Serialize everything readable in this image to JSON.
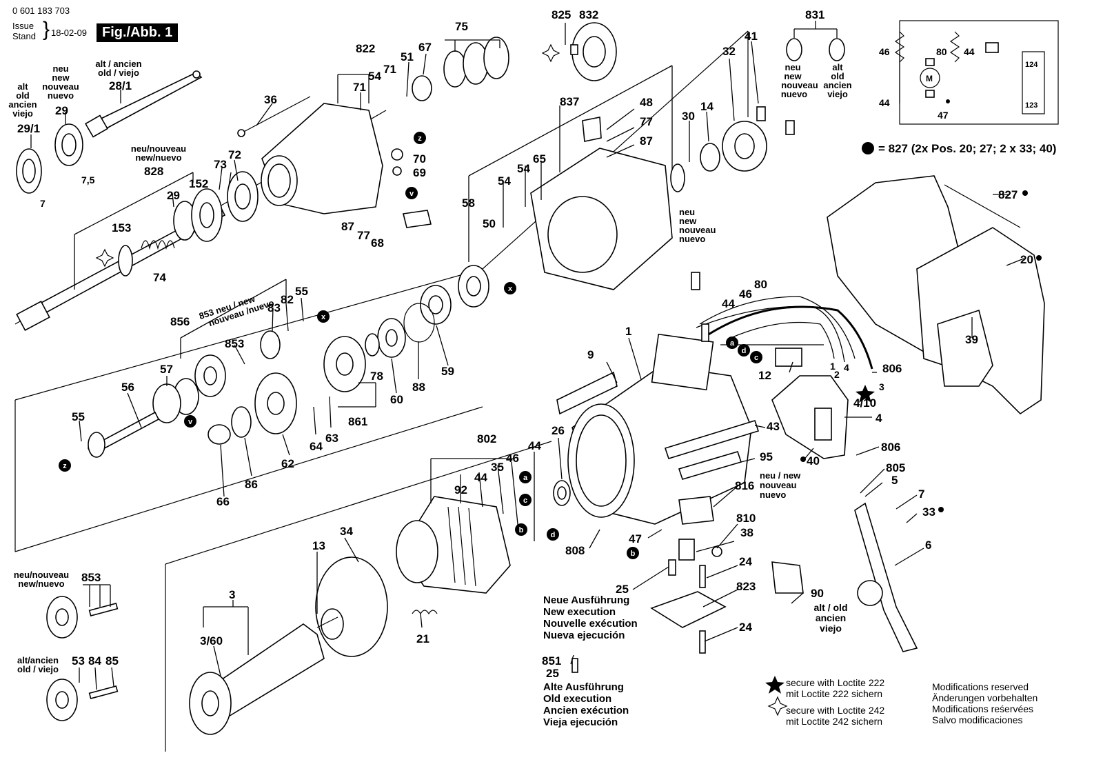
{
  "header": {
    "code": "0 601 183 703",
    "issue_label_1": "Issue",
    "issue_label_2": "Stand",
    "date": "18-02-09",
    "figure_title": "Fig./Abb. 1"
  },
  "bullet_note": "= 827 (2x Pos. 20; 27; 2 x 33; 40)",
  "part_labels": {
    "p29_1": "29/1",
    "p29": "29",
    "p28_1": "28/1",
    "p36": "36",
    "p822": "822",
    "p51": "51",
    "p67": "67",
    "p75": "75",
    "p825": "825",
    "p832": "832",
    "p831": "831",
    "p54a": "54",
    "p71a": "71",
    "p71b": "71",
    "p70": "70",
    "p69": "69",
    "p87a": "87",
    "p77a": "77",
    "p68": "68",
    "p828": "828",
    "p73": "73",
    "p72": "72",
    "p152": "152",
    "p29b": "29",
    "p153": "153",
    "p74": "74",
    "p837": "837",
    "p48": "48",
    "p77b": "77",
    "p87b": "87",
    "p32": "32",
    "p41": "41",
    "p30": "30",
    "p14": "14",
    "p54b": "54",
    "p54c": "54",
    "p65": "65",
    "p58": "58",
    "p50": "50",
    "p827": "827",
    "p20": "20",
    "p39": "39",
    "p853a": "853",
    "p856": "856",
    "p83": "83",
    "p82": "82",
    "p55a": "55",
    "p57": "57",
    "p56": "56",
    "p55b": "55",
    "p78": "78",
    "p60": "60",
    "p88": "88",
    "p59": "59",
    "p64": "64",
    "p63": "63",
    "p861": "861",
    "p62": "62",
    "p66": "66",
    "p86": "86",
    "p1": "1",
    "p9": "9",
    "p44a": "44",
    "p46a": "46",
    "p80a": "80",
    "p806a": "806",
    "p12": "12",
    "p4_10": "4/10",
    "p4": "4",
    "p40": "40",
    "p43": "43",
    "p26": "26",
    "p95": "95",
    "p802": "802",
    "p44b": "44",
    "p35": "35",
    "p46b": "46",
    "p44c": "44",
    "p92": "92",
    "p34": "34",
    "p13": "13",
    "p816": "816",
    "p810": "810",
    "p38": "38",
    "p47": "47",
    "p808": "808",
    "p24a": "24",
    "p823": "823",
    "p24b": "24",
    "p25a": "25",
    "p90": "90",
    "p806b": "806",
    "p805": "805",
    "p5": "5",
    "p7": "7",
    "p33": "33",
    "p6": "6",
    "p3": "3",
    "p3_60": "3/60",
    "p21": "21",
    "p851": "851",
    "p25b": "25",
    "p853b": "853",
    "p53": "53",
    "p84": "84",
    "p85": "85",
    "w1": "1",
    "w2": "2",
    "w4": "4",
    "w3": "3",
    "dim7": "7",
    "dim75": "7,5",
    "s46": "46",
    "s80": "80",
    "s44a": "44",
    "s44b": "44",
    "s47": "47",
    "s124": "124",
    "s123": "123",
    "sM": "M"
  },
  "tags": {
    "z": "z",
    "v": "v",
    "x": "x",
    "a": "a",
    "b": "b",
    "c": "c",
    "d": "d"
  },
  "text_blocks": {
    "alt_old_left": [
      "alt",
      "old",
      "ancien",
      "viejo"
    ],
    "neu_new_left": [
      "neu",
      "new",
      "nouveau",
      "nuevo"
    ],
    "alt_ancien_top": [
      "alt / ancien",
      "old / viejo"
    ],
    "neu_nouveau_828": [
      "neu/nouveau",
      "new/nuevo"
    ],
    "neu_853": [
      "853 neu / new",
      "nouveau /nuevo"
    ],
    "neu_831": [
      "neu",
      "new",
      "nouveau",
      "nuevo"
    ],
    "alt_831": [
      "alt",
      "old",
      "ancien",
      "viejo"
    ],
    "neu_30": [
      "neu",
      "new",
      "nouveau",
      "nuevo"
    ],
    "neu_95": [
      "neu / new",
      "nouveau",
      "nuevo"
    ],
    "neu_bottom_left": [
      "neu/nouveau",
      "new/nuevo"
    ],
    "alt_bottom_left": [
      "alt/ancien",
      "old / viejo"
    ],
    "alt_90": [
      "alt / old",
      "ancien",
      "viejo"
    ],
    "new_execution": [
      "Neue Ausführung",
      "New execution",
      "Nouvelle exécution",
      "Nueva ejecución"
    ],
    "old_execution": [
      "Alte Ausführung",
      "Old execution",
      "Ancien exécution",
      "Vieja ejecución"
    ],
    "loctite_222": [
      "secure with Loctite 222",
      "mit Loctite 222 sichern"
    ],
    "loctite_242": [
      "secure with Loctite 242",
      "mit Loctite 242 sichern"
    ],
    "modifications": [
      "Modifications reserved",
      "Änderungen vorbehalten",
      "Modifications reśervées",
      "Salvo modificaciones"
    ]
  }
}
